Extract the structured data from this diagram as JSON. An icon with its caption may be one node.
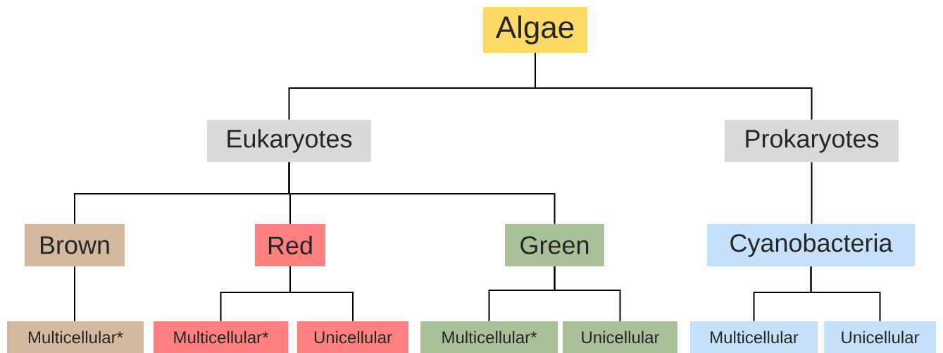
{
  "diagram": {
    "nodes": [
      {
        "text": [
          "Algae"
        ]
      },
      {
        "text": [
          "Eukaryotes"
        ]
      },
      {
        "text": [
          "Prokaryotes"
        ]
      },
      {
        "text": [
          "Brown"
        ]
      },
      {
        "text": [
          "Red"
        ]
      },
      {
        "text": [
          "Green"
        ]
      },
      {
        "text": [
          "Cyanobacteria"
        ]
      },
      {
        "text": [
          "Multicellular*"
        ]
      },
      {
        "text": [
          "Multicellular*"
        ]
      },
      {
        "text": [
          "Unicellular"
        ]
      },
      {
        "text": [
          "Multicellular*"
        ]
      },
      {
        "text": [
          "Unicellular"
        ]
      },
      {
        "text": [
          "Multicellular"
        ]
      },
      {
        "text": [
          "Unicellular"
        ]
      }
    ],
    "edges": [
      {
        "from": 0,
        "to": 1,
        "arrow": "none"
      },
      {
        "from": 0,
        "to": 2,
        "arrow": "none"
      },
      {
        "from": 1,
        "to": 3,
        "arrow": "none"
      },
      {
        "from": 1,
        "to": 4,
        "arrow": "none"
      },
      {
        "from": 1,
        "to": 5,
        "arrow": "none"
      },
      {
        "from": 2,
        "to": 6,
        "arrow": "none"
      },
      {
        "from": 3,
        "to": 7,
        "arrow": "none"
      },
      {
        "from": 4,
        "to": 8,
        "arrow": "none"
      },
      {
        "from": 4,
        "to": 9,
        "arrow": "none"
      },
      {
        "from": 5,
        "to": 10,
        "arrow": "none"
      },
      {
        "from": 5,
        "to": 11,
        "arrow": "none"
      },
      {
        "from": 6,
        "to": 12,
        "arrow": "none"
      },
      {
        "from": 6,
        "to": 13,
        "arrow": "none"
      }
    ]
  }
}
